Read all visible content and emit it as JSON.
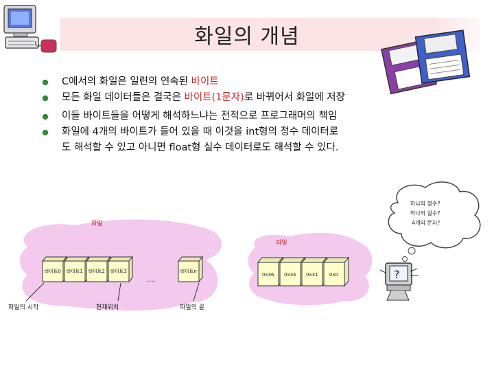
{
  "title": "화일의 개념",
  "bullets": [
    {
      "a": "C에서의 화일은 일련의 연속된 ",
      "b": "바이트",
      "c": ""
    },
    {
      "a": "모든 화일 데이터들은 결국은 ",
      "b": "바이트(1문자)",
      "c": "로 바뀌어서 화일에 저장"
    },
    {
      "a": "이들 바이트들을 어떻게 해석하느냐는 전적으로 프로그래머의 책임",
      "b": "",
      "c": ""
    },
    {
      "a": "화일에 4개의 바이트가 들어 있을 때 이것을 int형의 정수 데이터로",
      "b": "",
      "c": "도 해석할 수 있고 아니면 float형 실수 데이터로도 해석할 수 있다."
    }
  ],
  "diagram1": {
    "label": "파일",
    "boxes": [
      "바이트0",
      "바이트1",
      "바이트2",
      "바이트3"
    ],
    "last_box": "바이트n",
    "dots": "....",
    "start_label": "파일의 시작",
    "current_label": "현재위치",
    "end_label": "파일의 끝"
  },
  "diagram2": {
    "label": "파일",
    "boxes": [
      "0x36",
      "0x34",
      "0x31",
      "0x0"
    ]
  },
  "thought": [
    "하나의 정수?",
    "하나의 실수?",
    "4개의 문자?"
  ],
  "colors": {
    "pink_blob": "#f3c9ee",
    "box_fill": "#ffffcc",
    "accent_red": "#c0262a",
    "bullet_green": "#2f8f3f"
  }
}
